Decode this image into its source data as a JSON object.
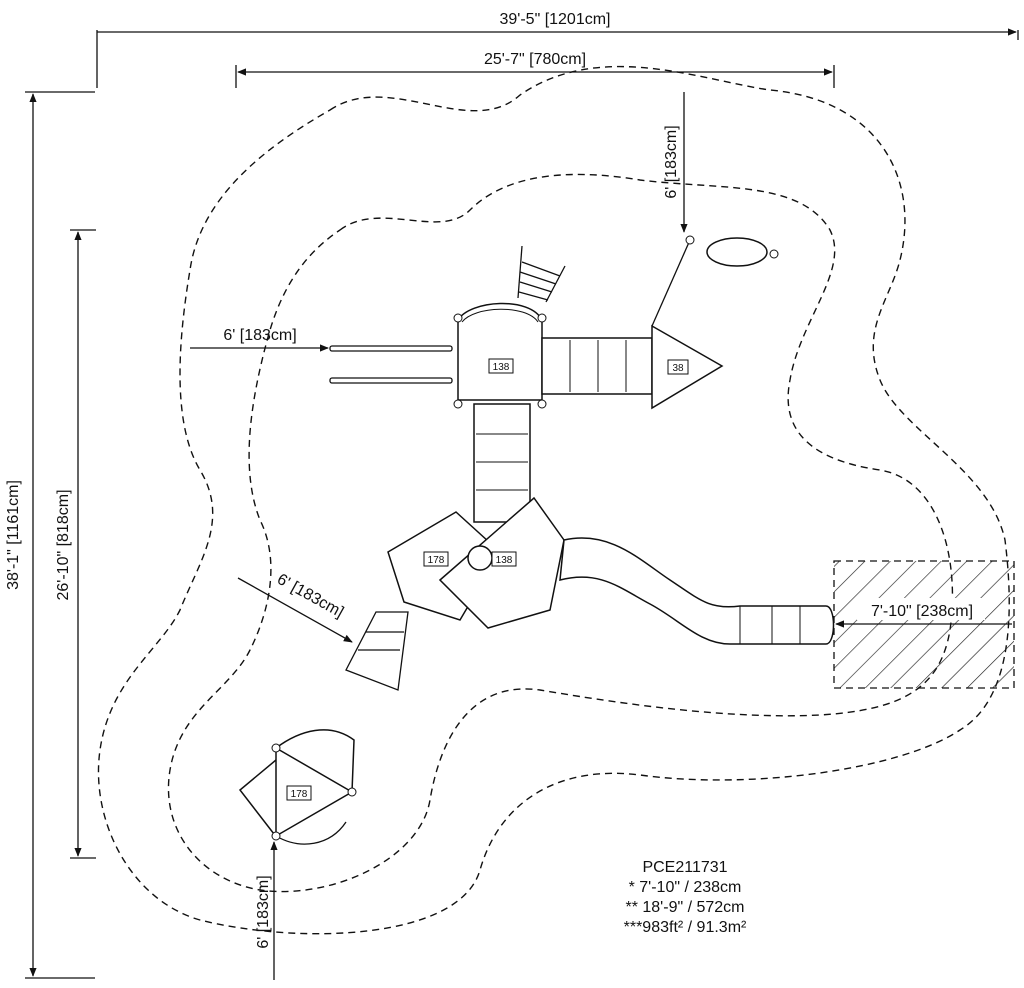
{
  "dimensions": {
    "overall_width": "39'-5\" [1201cm]",
    "equipment_width": "25'-7\" [780cm]",
    "overall_depth": "38'-1\" [1161cm]",
    "equipment_depth": "26'-10\" [818cm]",
    "clearance_top": "6' [183cm]",
    "clearance_left": "6' [183cm]",
    "clearance_diag": "6' [183cm]",
    "clearance_bottom": "6' [183cm]",
    "slide_zone": "7'-10\" [238cm]"
  },
  "deck_labels": {
    "main_tower": "138",
    "triangle_deck": "38",
    "lower_left_deck": "178",
    "lower_right_deck": "138",
    "standalone_deck": "178"
  },
  "notes": {
    "model": "PCE211731",
    "line1": "* 7'-10\" / 238cm",
    "line2": "** 18'-9\" / 572cm",
    "line3": "***983ft² / 91.3m²"
  }
}
